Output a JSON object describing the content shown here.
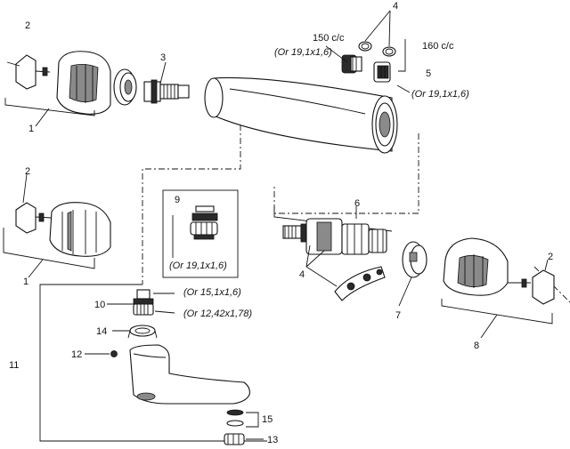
{
  "callouts": {
    "c1_top": "1",
    "c2_top": "2",
    "c3": "3",
    "c4_top": "4",
    "c5": "5",
    "c1_mid": "1",
    "c2_mid": "2",
    "c6": "6",
    "c9": "9",
    "c4_mid": "4",
    "c7": "7",
    "c8": "8",
    "c2_right": "2",
    "c10": "10",
    "c11": "11",
    "c12": "12",
    "c13": "13",
    "c14": "14",
    "c15": "15"
  },
  "annotations": {
    "cc150": "150 c/c",
    "cc160": "160 c/c",
    "thread_a": "(Or 19,1x1,6)",
    "thread_b": "(Or 19,1x1,6)",
    "thread_c": "(Or 19,1x1,6)",
    "thread_d": "(Or 15,1x1,6)",
    "thread_e": "(Or 12,42x1,78)"
  }
}
